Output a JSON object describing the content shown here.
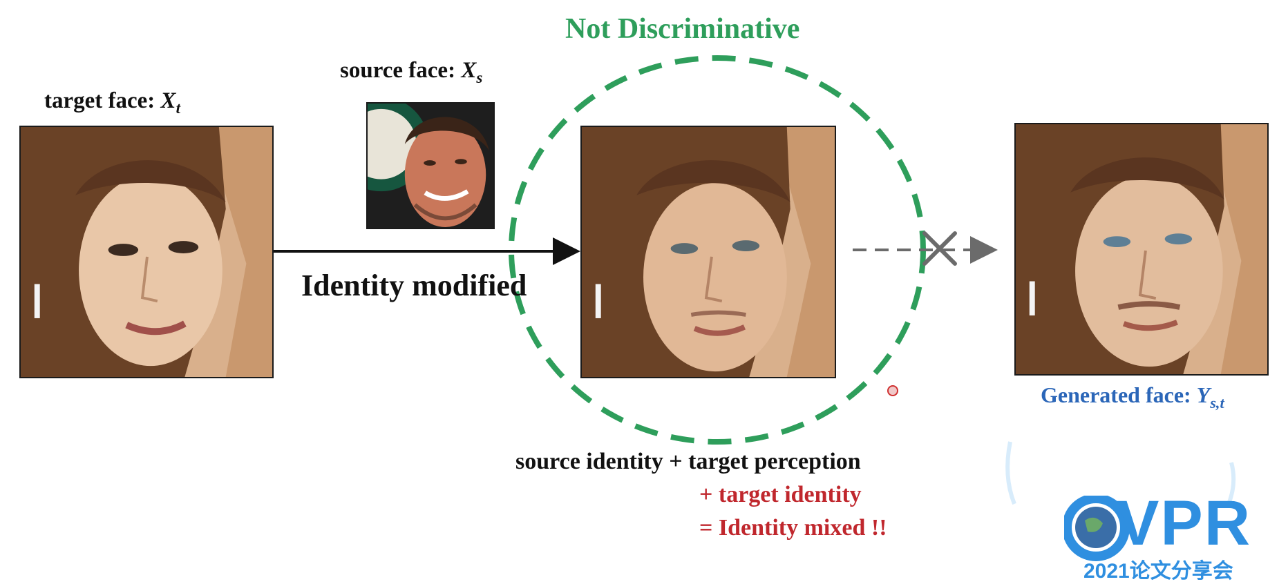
{
  "title": "Not Discriminative",
  "target_face": {
    "label": "target face: ",
    "var": "X",
    "sub": "t"
  },
  "source_face": {
    "label": "source face: ",
    "var": "X",
    "sub": "s"
  },
  "arrow_label": "Identity modified",
  "generated_face": {
    "label": "Generated face: ",
    "var": "Y",
    "sub": "s,t"
  },
  "equation": {
    "line1": "source identity + target perception",
    "line2": "+ target identity",
    "line3": "= Identity mixed !!"
  },
  "logo": {
    "text": "VPR",
    "caption": "2021论文分享会"
  },
  "colors": {
    "green": "#2e9e5b",
    "red": "#c0272d",
    "blue": "#2b66b8",
    "gray": "#6b6b6b",
    "logo": "#2f8fe0"
  }
}
